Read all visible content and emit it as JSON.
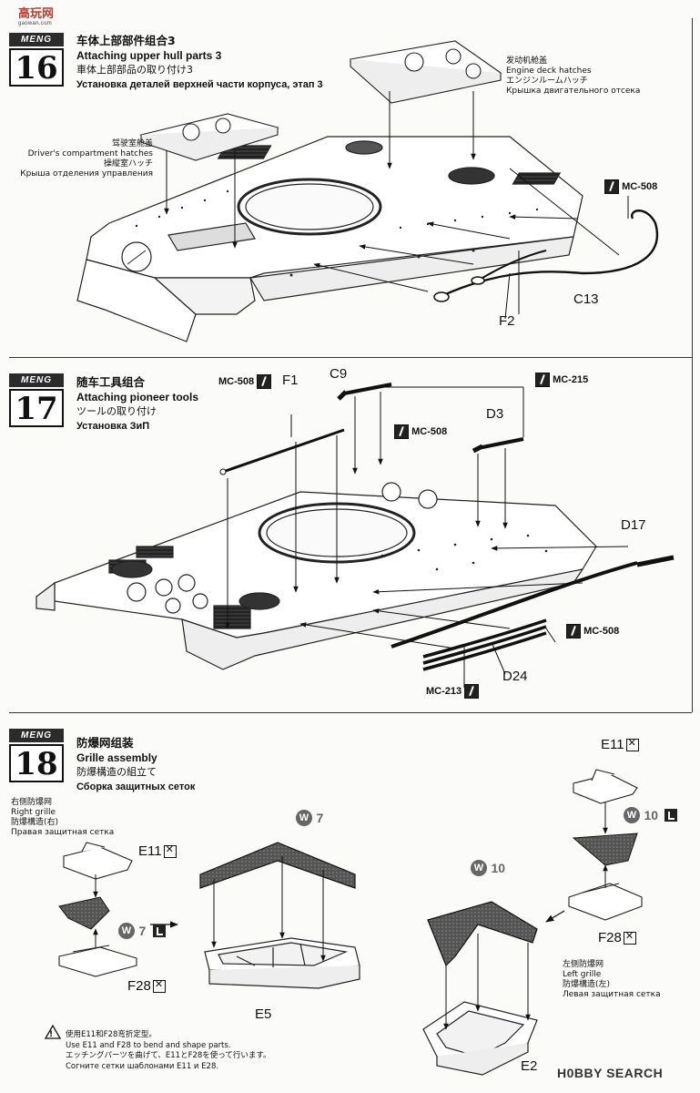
{
  "watermark": {
    "main": "高玩网",
    "sub": "gaowan.com"
  },
  "footer_watermark": "H0BBY SEARCH",
  "steps": [
    {
      "number": "16",
      "logo": "MENG",
      "title_cn": "车体上部部件组合3",
      "title_en": "Attaching upper hull parts 3",
      "title_jp": "車体上部部品の取り付け3",
      "title_ru": "Установка деталей верхней части корпуса, этап 3",
      "labels": {
        "driver": {
          "cn": "驾驶室舱盖",
          "en": "Driver's compartment hatches",
          "jp": "操縦室ハッチ",
          "ru": "Крыша отделения управления"
        },
        "engine": {
          "cn": "发动机舱盖",
          "en": "Engine deck hatches",
          "jp": "エンジンルームハッチ",
          "ru": "Крышка двигательного отсека"
        }
      },
      "tool": "MC-508",
      "parts": [
        "C13",
        "F2"
      ]
    },
    {
      "number": "17",
      "logo": "MENG",
      "title_cn": "随车工具组合",
      "title_en": "Attaching pioneer tools",
      "title_jp": "ツールの取り付け",
      "title_ru": "Установка ЗиП",
      "tools": [
        "MC-508",
        "MC-215",
        "MC-508",
        "MC-508",
        "MC-213"
      ],
      "parts": [
        "F1",
        "C9",
        "D3",
        "D17",
        "D24"
      ]
    },
    {
      "number": "18",
      "logo": "MENG",
      "title_cn": "防爆网组装",
      "title_en": "Grille assembly",
      "title_jp": "防爆構造の組立て",
      "title_ru": "Сборка защитных сеток",
      "right_grille": {
        "cn": "右侧防爆网",
        "en": "Right grille",
        "jp": "防爆構造(右)",
        "ru": "Правая защитная сетка"
      },
      "left_grille": {
        "cn": "左侧防爆网",
        "en": "Left grille",
        "jp": "防爆構造(左)",
        "ru": "Левая защитная сетка"
      },
      "parts": [
        "E11",
        "F28",
        "E5",
        "E11",
        "F28",
        "E2"
      ],
      "w_marks": [
        "W",
        "7",
        "W",
        "7",
        "W",
        "10",
        "W",
        "10"
      ],
      "note": [
        "使用E11和F28弯折定型。",
        "Use E11 and  F28 to bend and shape parts.",
        "エッチングパーツを曲げて、E11とF28を使って行います。",
        "Согните сетки шаблонами E11 и E28."
      ]
    }
  ]
}
